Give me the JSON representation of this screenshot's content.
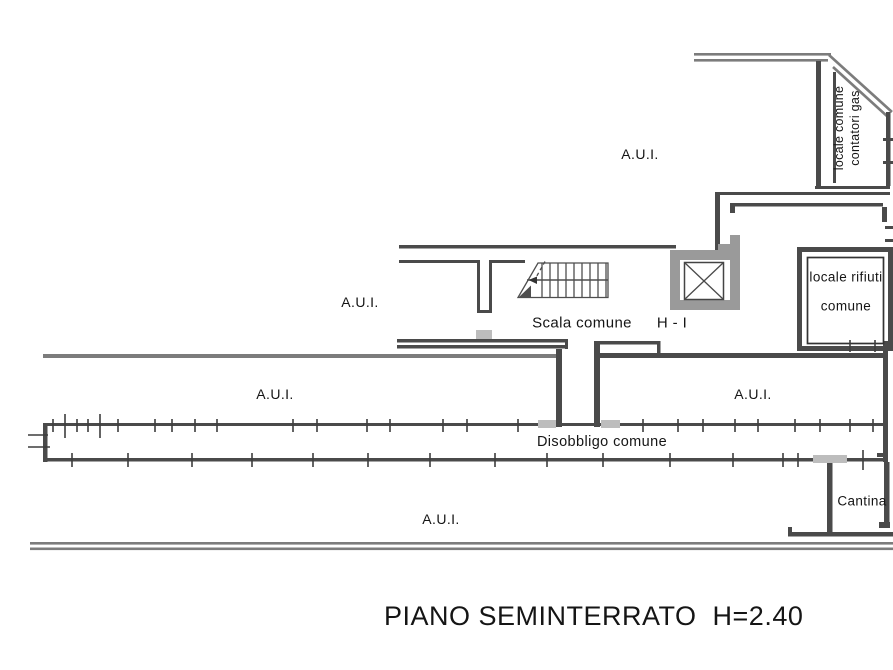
{
  "floor_plan": {
    "rooms": {
      "aui_top": "A.U.I.",
      "aui_mid_left": "A.U.I.",
      "aui_corridor_left": "A.U.I.",
      "aui_right": "A.U.I.",
      "aui_bottom": "A.U.I.",
      "stairs_label": "Scala comune",
      "stairs_code": "H - I",
      "corridor_label": "Disobbligo comune",
      "waste_room_line1": "locale rifiuti",
      "waste_room_line2": "comune",
      "gas_meters_room": "locale comune\ncontatori gas",
      "cellar_label": "Cantina"
    },
    "title": "PIANO SEMINTERRATO  H=2.40"
  },
  "colors": {
    "wall": "#4a4a4a",
    "boundary": "#7c7c7c",
    "shaft": "#9a9a9a",
    "sill": "#bdbdbd",
    "text": "#151515",
    "tick": "#3d3d3d"
  }
}
